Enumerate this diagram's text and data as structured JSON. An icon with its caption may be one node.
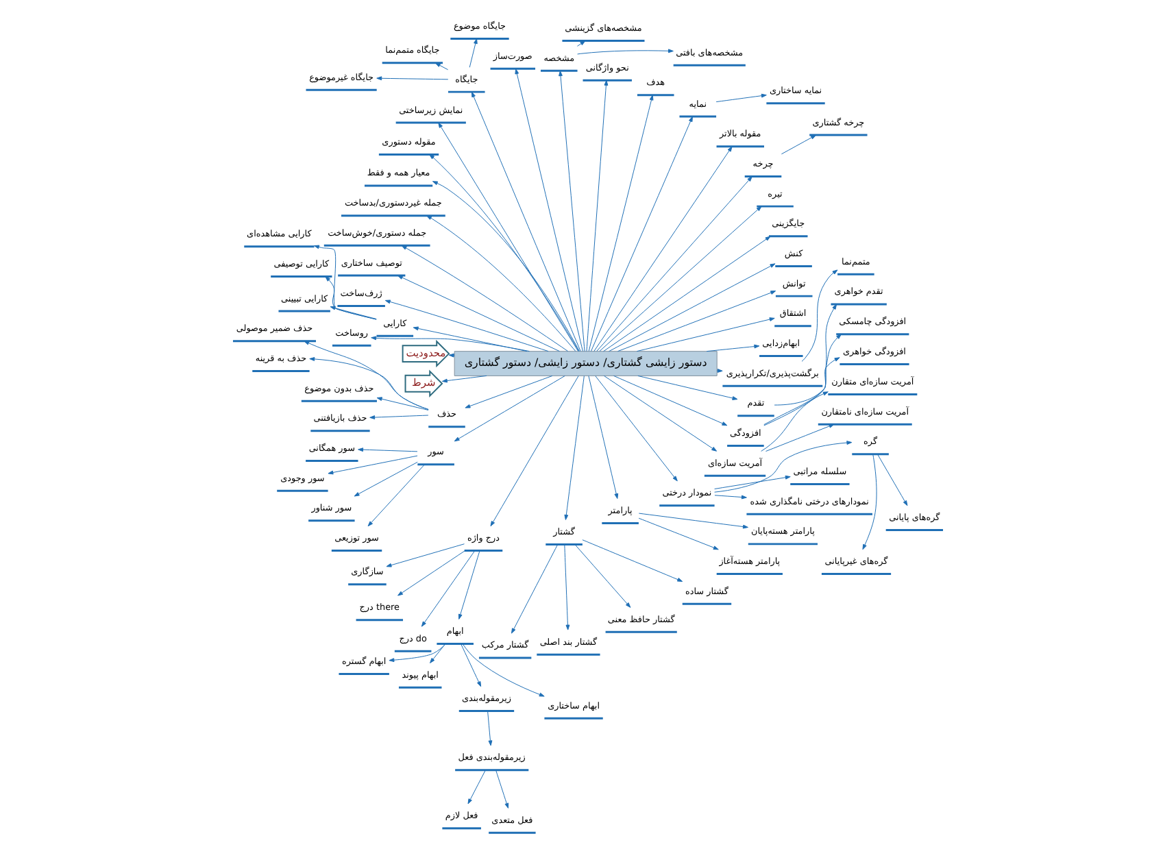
{
  "diagram": {
    "nodes": [
      {
        "text": [
          "دستور زایشی گشتاری/ دستور زایشی/ دستور گشتاری"
        ]
      },
      {
        "text": [
          "تقدم"
        ]
      },
      {
        "text": [
          "تقدم خواهری"
        ]
      },
      {
        "text": [
          "برگشت‌پذیری/تکرارپذیری"
        ]
      },
      {
        "text": [
          "متمم‌نما"
        ]
      },
      {
        "text": [
          "ابهام‌زدایی"
        ]
      },
      {
        "text": [
          "اشتقاق"
        ]
      },
      {
        "text": [
          "توانش"
        ]
      },
      {
        "text": [
          "کنش"
        ]
      },
      {
        "text": [
          "جایگزینی"
        ]
      },
      {
        "text": [
          "تیره"
        ]
      },
      {
        "text": [
          "چرخه"
        ]
      },
      {
        "text": [
          "چرخه گشتاری"
        ]
      },
      {
        "text": [
          "مقوله بالاتر"
        ]
      },
      {
        "text": [
          "نمایه"
        ]
      },
      {
        "text": [
          "نمایه ساختاری"
        ]
      },
      {
        "text": [
          "هدف"
        ]
      },
      {
        "text": [
          "نحو واژگانی"
        ]
      },
      {
        "text": [
          "مشخصه"
        ]
      },
      {
        "text": [
          "مشخصه‌های بافتی"
        ]
      },
      {
        "text": [
          "مشخصه‌های گزینشی"
        ]
      },
      {
        "text": [
          "صورت‌ساز"
        ]
      },
      {
        "text": [
          "جایگاه"
        ]
      },
      {
        "text": [
          "جایگاه موضوع"
        ]
      },
      {
        "text": [
          "جایگاه متمم‌نما"
        ]
      },
      {
        "text": [
          "جایگاه غیرموضوع"
        ]
      },
      {
        "text": [
          "نمایش زیرساختی"
        ]
      },
      {
        "text": [
          "مقوله دستوری"
        ]
      },
      {
        "text": [
          "معیار همه و فقط"
        ]
      },
      {
        "text": [
          "جمله غیردستوری/بدساخت"
        ]
      },
      {
        "text": [
          "جمله دستوری/خوش‌ساخت"
        ]
      },
      {
        "text": [
          "توصیف ساختاری"
        ]
      },
      {
        "text": [
          "ژرف‌ساخت"
        ]
      },
      {
        "text": [
          "روساخت"
        ]
      },
      {
        "text": [
          "کارایی"
        ]
      },
      {
        "text": [
          "کارایی مشاهده‌ای"
        ]
      },
      {
        "text": [
          "کارایی توصیفی"
        ]
      },
      {
        "text": [
          "کارایی تبیینی"
        ]
      },
      {
        "text": [
          "محدودیت"
        ]
      },
      {
        "text": [
          "شرط"
        ]
      },
      {
        "text": [
          "حذف"
        ]
      },
      {
        "text": [
          "حذف ضمیر موصولی"
        ]
      },
      {
        "text": [
          "حذف به قرینه"
        ]
      },
      {
        "text": [
          "حذف بدون موضوع"
        ]
      },
      {
        "text": [
          "حذف بازیافتنی"
        ]
      },
      {
        "text": [
          "سور"
        ]
      },
      {
        "text": [
          "سور همگانی"
        ]
      },
      {
        "text": [
          "سور وجودی"
        ]
      },
      {
        "text": [
          "سور شناور"
        ]
      },
      {
        "text": [
          "سور توزیعی"
        ]
      },
      {
        "text": [
          "درج واژه"
        ]
      },
      {
        "text": [
          "سازگاری"
        ]
      },
      {
        "text": [
          "درج there"
        ]
      },
      {
        "text": [
          "درج do"
        ]
      },
      {
        "text": [
          "ابهام"
        ]
      },
      {
        "text": [
          "ابهام گستره"
        ]
      },
      {
        "text": [
          "ابهام پیوند"
        ]
      },
      {
        "text": [
          "زیرمقوله‌بندی"
        ]
      },
      {
        "text": [
          "ابهام ساختاری"
        ]
      },
      {
        "text": [
          "زیرمقوله‌بندی فعل"
        ]
      },
      {
        "text": [
          "فعل لازم"
        ]
      },
      {
        "text": [
          "فعل متعدی"
        ]
      },
      {
        "text": [
          "گشتار"
        ]
      },
      {
        "text": [
          "گشتار مرکب"
        ]
      },
      {
        "text": [
          "گشتار بند اصلی"
        ]
      },
      {
        "text": [
          "گشتار حافظ معنی"
        ]
      },
      {
        "text": [
          "گشتار ساده"
        ]
      },
      {
        "text": [
          "پارامتر"
        ]
      },
      {
        "text": [
          "پارامتر هسته‌آغاز"
        ]
      },
      {
        "text": [
          "پارامتر هسته‌پایان"
        ]
      },
      {
        "text": [
          "نمودار درختی"
        ]
      },
      {
        "text": [
          "نمودارهای درختی نامگذاری شده"
        ]
      },
      {
        "text": [
          "گره"
        ]
      },
      {
        "text": [
          "گره‌های غیرپایانی"
        ]
      },
      {
        "text": [
          "گره‌های پایانی"
        ]
      },
      {
        "text": [
          "سلسله مراتبی"
        ]
      },
      {
        "text": [
          "آمریت سازه‌ای"
        ]
      },
      {
        "text": [
          "آمریت سازه‌ای نامتقارن"
        ]
      },
      {
        "text": [
          "آمریت سازه‌ای متقارن"
        ]
      },
      {
        "text": [
          "افزودگی"
        ]
      },
      {
        "text": [
          "افزودگی خواهری"
        ]
      },
      {
        "text": [
          "افزودگی چامسکی"
        ]
      }
    ],
    "edges": [
      {
        "from": 0,
        "to": 1,
        "arrow": "to"
      },
      {
        "from": 1,
        "to": 2,
        "arrow": "to"
      },
      {
        "from": 0,
        "to": 3,
        "arrow": "to"
      },
      {
        "from": 3,
        "to": 4,
        "arrow": "to"
      },
      {
        "from": 0,
        "to": 5,
        "arrow": "to"
      },
      {
        "from": 0,
        "to": 6,
        "arrow": "to"
      },
      {
        "from": 0,
        "to": 7,
        "arrow": "to"
      },
      {
        "from": 0,
        "to": 8,
        "arrow": "to"
      },
      {
        "from": 0,
        "to": 9,
        "arrow": "to"
      },
      {
        "from": 0,
        "to": 10,
        "arrow": "to"
      },
      {
        "from": 0,
        "to": 11,
        "arrow": "to"
      },
      {
        "from": 11,
        "to": 12,
        "arrow": "to"
      },
      {
        "from": 0,
        "to": 13,
        "arrow": "to"
      },
      {
        "from": 0,
        "to": 14,
        "arrow": "to"
      },
      {
        "from": 14,
        "to": 15,
        "arrow": "to"
      },
      {
        "from": 0,
        "to": 16,
        "arrow": "to"
      },
      {
        "from": 0,
        "to": 17,
        "arrow": "to"
      },
      {
        "from": 0,
        "to": 18,
        "arrow": "to"
      },
      {
        "from": 18,
        "to": 19,
        "arrow": "to"
      },
      {
        "from": 18,
        "to": 20,
        "arrow": "to"
      },
      {
        "from": 0,
        "to": 21,
        "arrow": "to"
      },
      {
        "from": 0,
        "to": 22,
        "arrow": "to"
      },
      {
        "from": 22,
        "to": 23,
        "arrow": "to"
      },
      {
        "from": 22,
        "to": 24,
        "arrow": "to"
      },
      {
        "from": 22,
        "to": 25,
        "arrow": "to"
      },
      {
        "from": 0,
        "to": 26,
        "arrow": "to"
      },
      {
        "from": 0,
        "to": 27,
        "arrow": "to"
      },
      {
        "from": 0,
        "to": 28,
        "arrow": "to"
      },
      {
        "from": 0,
        "to": 29,
        "arrow": "to"
      },
      {
        "from": 0,
        "to": 30,
        "arrow": "to"
      },
      {
        "from": 0,
        "to": 31,
        "arrow": "to"
      },
      {
        "from": 0,
        "to": 32,
        "arrow": "to"
      },
      {
        "from": 0,
        "to": 33,
        "arrow": "to"
      },
      {
        "from": 0,
        "to": 34,
        "arrow": "to"
      },
      {
        "from": 34,
        "to": 35,
        "arrow": "to"
      },
      {
        "from": 34,
        "to": 36,
        "arrow": "to"
      },
      {
        "from": 34,
        "to": 37,
        "arrow": "to"
      },
      {
        "from": 0,
        "to": 38,
        "arrow": "to"
      },
      {
        "from": 0,
        "to": 39,
        "arrow": "to"
      },
      {
        "from": 0,
        "to": 40,
        "arrow": "to"
      },
      {
        "from": 40,
        "to": 41,
        "arrow": "to"
      },
      {
        "from": 40,
        "to": 42,
        "arrow": "to"
      },
      {
        "from": 40,
        "to": 43,
        "arrow": "to"
      },
      {
        "from": 40,
        "to": 44,
        "arrow": "to"
      },
      {
        "from": 0,
        "to": 45,
        "arrow": "to"
      },
      {
        "from": 45,
        "to": 46,
        "arrow": "to"
      },
      {
        "from": 45,
        "to": 47,
        "arrow": "to"
      },
      {
        "from": 45,
        "to": 48,
        "arrow": "to"
      },
      {
        "from": 45,
        "to": 49,
        "arrow": "to"
      },
      {
        "from": 0,
        "to": 50,
        "arrow": "to"
      },
      {
        "from": 50,
        "to": 51,
        "arrow": "to"
      },
      {
        "from": 50,
        "to": 52,
        "arrow": "to"
      },
      {
        "from": 50,
        "to": 53,
        "arrow": "to"
      },
      {
        "from": 50,
        "to": 54,
        "arrow": "to"
      },
      {
        "from": 54,
        "to": 55,
        "arrow": "to"
      },
      {
        "from": 54,
        "to": 56,
        "arrow": "to"
      },
      {
        "from": 54,
        "to": 57,
        "arrow": "to"
      },
      {
        "from": 54,
        "to": 58,
        "arrow": "to"
      },
      {
        "from": 57,
        "to": 59,
        "arrow": "to"
      },
      {
        "from": 59,
        "to": 60,
        "arrow": "to"
      },
      {
        "from": 59,
        "to": 61,
        "arrow": "to"
      },
      {
        "from": 0,
        "to": 62,
        "arrow": "to"
      },
      {
        "from": 62,
        "to": 63,
        "arrow": "to"
      },
      {
        "from": 62,
        "to": 64,
        "arrow": "to"
      },
      {
        "from": 62,
        "to": 65,
        "arrow": "to"
      },
      {
        "from": 62,
        "to": 66,
        "arrow": "to"
      },
      {
        "from": 0,
        "to": 67,
        "arrow": "to"
      },
      {
        "from": 67,
        "to": 68,
        "arrow": "to"
      },
      {
        "from": 67,
        "to": 69,
        "arrow": "to"
      },
      {
        "from": 0,
        "to": 70,
        "arrow": "to"
      },
      {
        "from": 70,
        "to": 71,
        "arrow": "to"
      },
      {
        "from": 70,
        "to": 72,
        "arrow": "to"
      },
      {
        "from": 72,
        "to": 73,
        "arrow": "to"
      },
      {
        "from": 72,
        "to": 74,
        "arrow": "to"
      },
      {
        "from": 70,
        "to": 75,
        "arrow": "to"
      },
      {
        "from": 0,
        "to": 76,
        "arrow": "to"
      },
      {
        "from": 76,
        "to": 77,
        "arrow": "to"
      },
      {
        "from": 76,
        "to": 78,
        "arrow": "to"
      },
      {
        "from": 0,
        "to": 79,
        "arrow": "to"
      },
      {
        "from": 79,
        "to": 80,
        "arrow": "to"
      },
      {
        "from": 79,
        "to": 81,
        "arrow": "to"
      }
    ]
  }
}
